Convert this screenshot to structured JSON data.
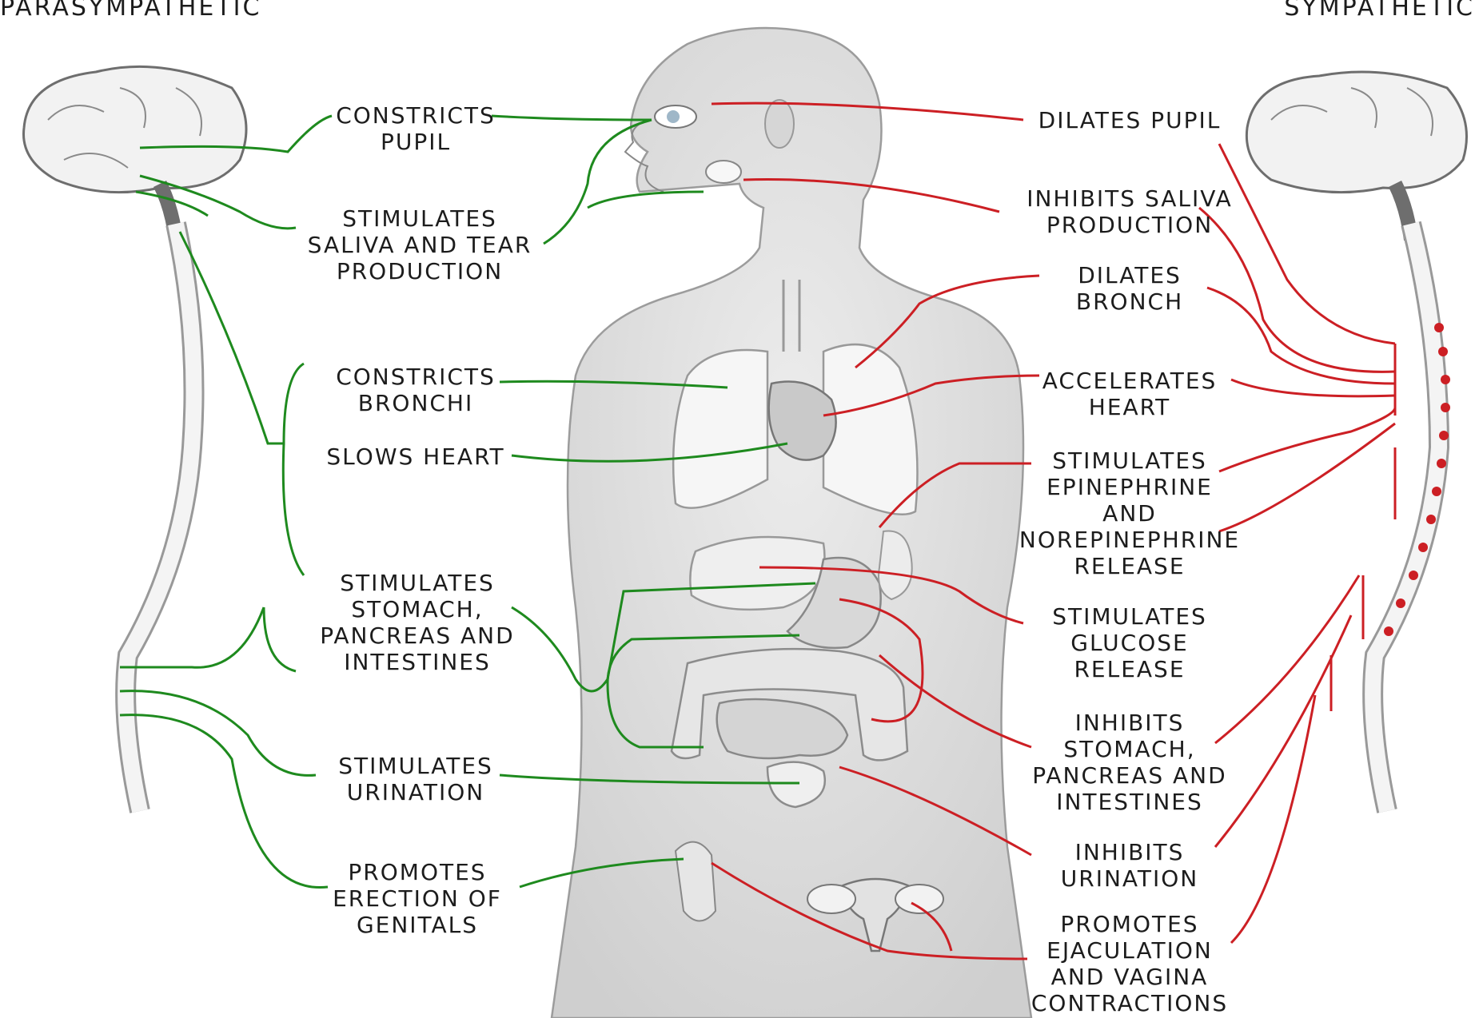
{
  "titles": {
    "left": "PARASYMPATHETIC",
    "right": "SYMPATHETIC"
  },
  "colors": {
    "parasympathetic": "#1e8a1e",
    "sympathetic": "#cc1f24",
    "body_fill": "#e2e2e2",
    "body_outline": "#a8a8a8",
    "organ_fill": "#f4f4f4"
  },
  "parasympathetic_labels": [
    "CONSTRICTS\nPUPIL",
    "STIMULATES\nSALIVA AND TEAR\nPRODUCTION",
    "CONSTRICTS\nBRONCHI",
    "SLOWS HEART",
    "STIMULATES\nSTOMACH,\nPANCREAS AND\nINTESTINES",
    "STIMULATES\nURINATION",
    "PROMOTES\nERECTION OF\nGENITALS"
  ],
  "sympathetic_labels": [
    "DILATES PUPIL",
    "INHIBITS SALIVA\nPRODUCTION",
    "DILATES\nBRONCH",
    "ACCELERATES\nHEART",
    "STIMULATES\nEPINEPHRINE\nAND\nNOREPINEPHRINE\nRELEASE",
    "STIMULATES\nGLUCOSE\nRELEASE",
    "INHIBITS\nSTOMACH,\nPANCREAS AND\nINTESTINES",
    "INHIBITS\nURINATION",
    "PROMOTES\nEJACULATION\nAND VAGINA\nCONTRACTIONS"
  ]
}
